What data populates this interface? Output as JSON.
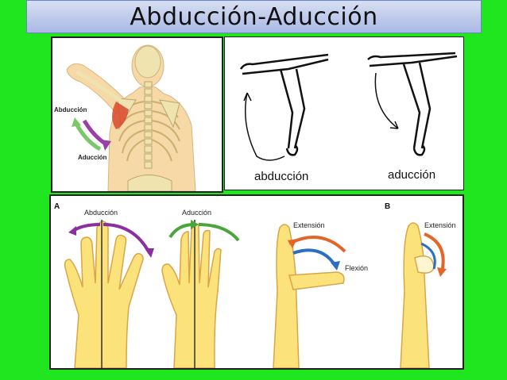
{
  "title": "Abducción-Aducción",
  "shoulder_panel": {
    "arrow_up_label": "Abducción",
    "arrow_down_label": "Aducción",
    "colors": {
      "skin": "#f6d9a6",
      "bone": "#efe3b0",
      "muscle": "#d9462b",
      "arrow_green": "#7bc86a",
      "arrow_purple": "#9b3fa8"
    }
  },
  "arm_drawings": {
    "left_caption": "abducción",
    "right_caption": "aducción"
  },
  "hand_panel": {
    "section_a_label": "A",
    "section_b_label": "B",
    "hand1_label": "Abducción",
    "hand2_label": "Aducción",
    "hand3_top_label": "Extensión",
    "hand3_bottom_label": "Flexión",
    "hand4_label": "Extensión",
    "colors": {
      "skin": "#fbe27a",
      "outline": "#d9a548",
      "purple": "#8a2fa0",
      "green": "#4aa53a",
      "orange": "#e4642a",
      "blue": "#2c6fc2"
    }
  }
}
